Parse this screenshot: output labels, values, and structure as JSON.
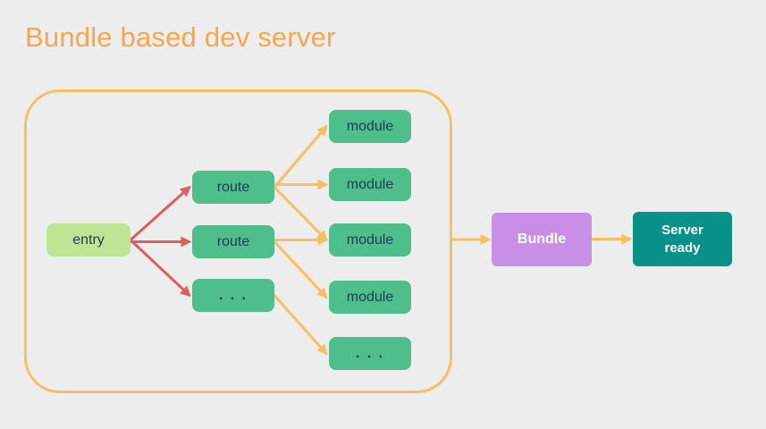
{
  "title": "Bundle based dev server",
  "colors": {
    "background": "#EDEDEE",
    "title": "#F9A64A",
    "container_border": "#FBBD60",
    "arrow_red": "#DC5F5F",
    "arrow_orange": "#FBBD60",
    "entry_bg": "#BEE593",
    "node_bg": "#4DBE8C",
    "node_text": "#1D3D54",
    "bundle_bg": "#C98FE6",
    "server_bg": "#089189",
    "light_text": "#FFFFFF"
  },
  "nodes": {
    "entry": {
      "label": "entry"
    },
    "route1": {
      "label": "route"
    },
    "route2": {
      "label": "route"
    },
    "routeDots": {
      "label": ". . ."
    },
    "module1": {
      "label": "module"
    },
    "module2": {
      "label": "module"
    },
    "module3": {
      "label": "module"
    },
    "module4": {
      "label": "module"
    },
    "moduleDots": {
      "label": ". . ."
    },
    "bundle": {
      "label": "Bundle"
    },
    "server": {
      "label": "Server\nready"
    }
  },
  "edges": [
    {
      "from": "entry",
      "to": "route1",
      "color": "red"
    },
    {
      "from": "entry",
      "to": "route2",
      "color": "red"
    },
    {
      "from": "entry",
      "to": "routeDots",
      "color": "red"
    },
    {
      "from": "route1",
      "to": "module1",
      "color": "orange"
    },
    {
      "from": "route1",
      "to": "module2",
      "color": "orange"
    },
    {
      "from": "route1",
      "to": "module3",
      "color": "orange"
    },
    {
      "from": "route2",
      "to": "module3",
      "color": "orange"
    },
    {
      "from": "route2",
      "to": "module4",
      "color": "orange"
    },
    {
      "from": "routeDots",
      "to": "moduleDots",
      "color": "orange"
    },
    {
      "from": "container",
      "to": "bundle",
      "color": "orange"
    },
    {
      "from": "bundle",
      "to": "server",
      "color": "orange"
    }
  ]
}
